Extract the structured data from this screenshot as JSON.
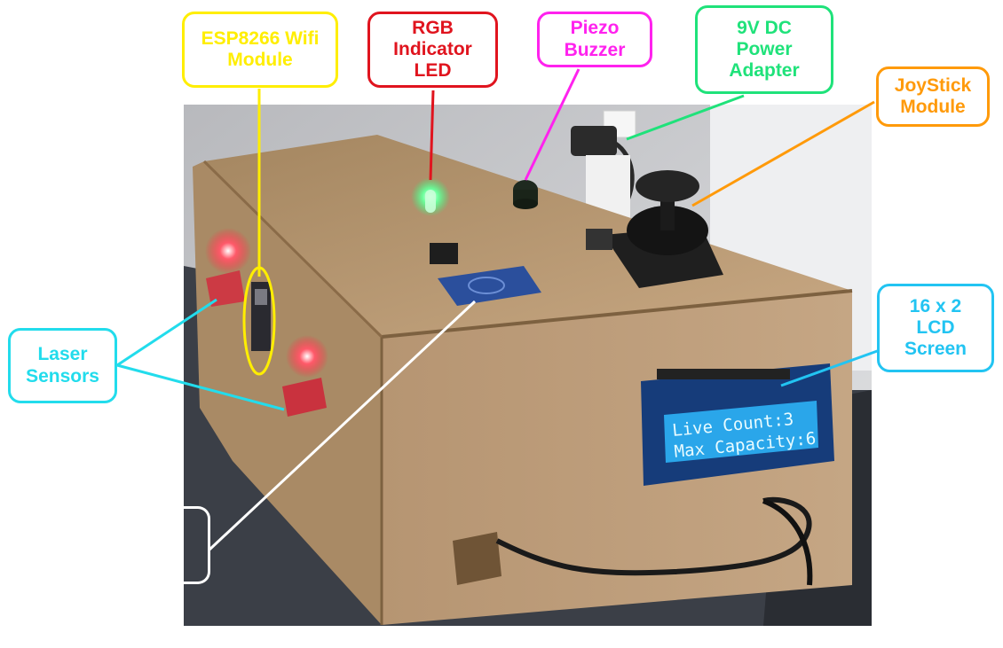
{
  "labels": {
    "esp": {
      "text": "ESP8266 Wifi\nModule",
      "color": "#ffee00"
    },
    "rgb": {
      "text": "RGB\nIndicator\nLED",
      "color": "#e0141e"
    },
    "piezo": {
      "text": "Piezo\nBuzzer",
      "color": "#ff22ee"
    },
    "power": {
      "text": "9V DC\nPower\nAdapter",
      "color": "#1fe27a"
    },
    "joystick": {
      "text": "JoyStick\nModule",
      "color": "#ff9a0a"
    },
    "lcd": {
      "text": "16 x 2\nLCD\nScreen",
      "color": "#22c4f2"
    },
    "laser": {
      "text": "Laser\nSensors",
      "color": "#22dcec"
    },
    "rfid": {
      "text": "",
      "color": "#ffffff"
    }
  },
  "lcd_screen": {
    "line1": "Live Count:3",
    "line2": "Max Capacity:6"
  }
}
